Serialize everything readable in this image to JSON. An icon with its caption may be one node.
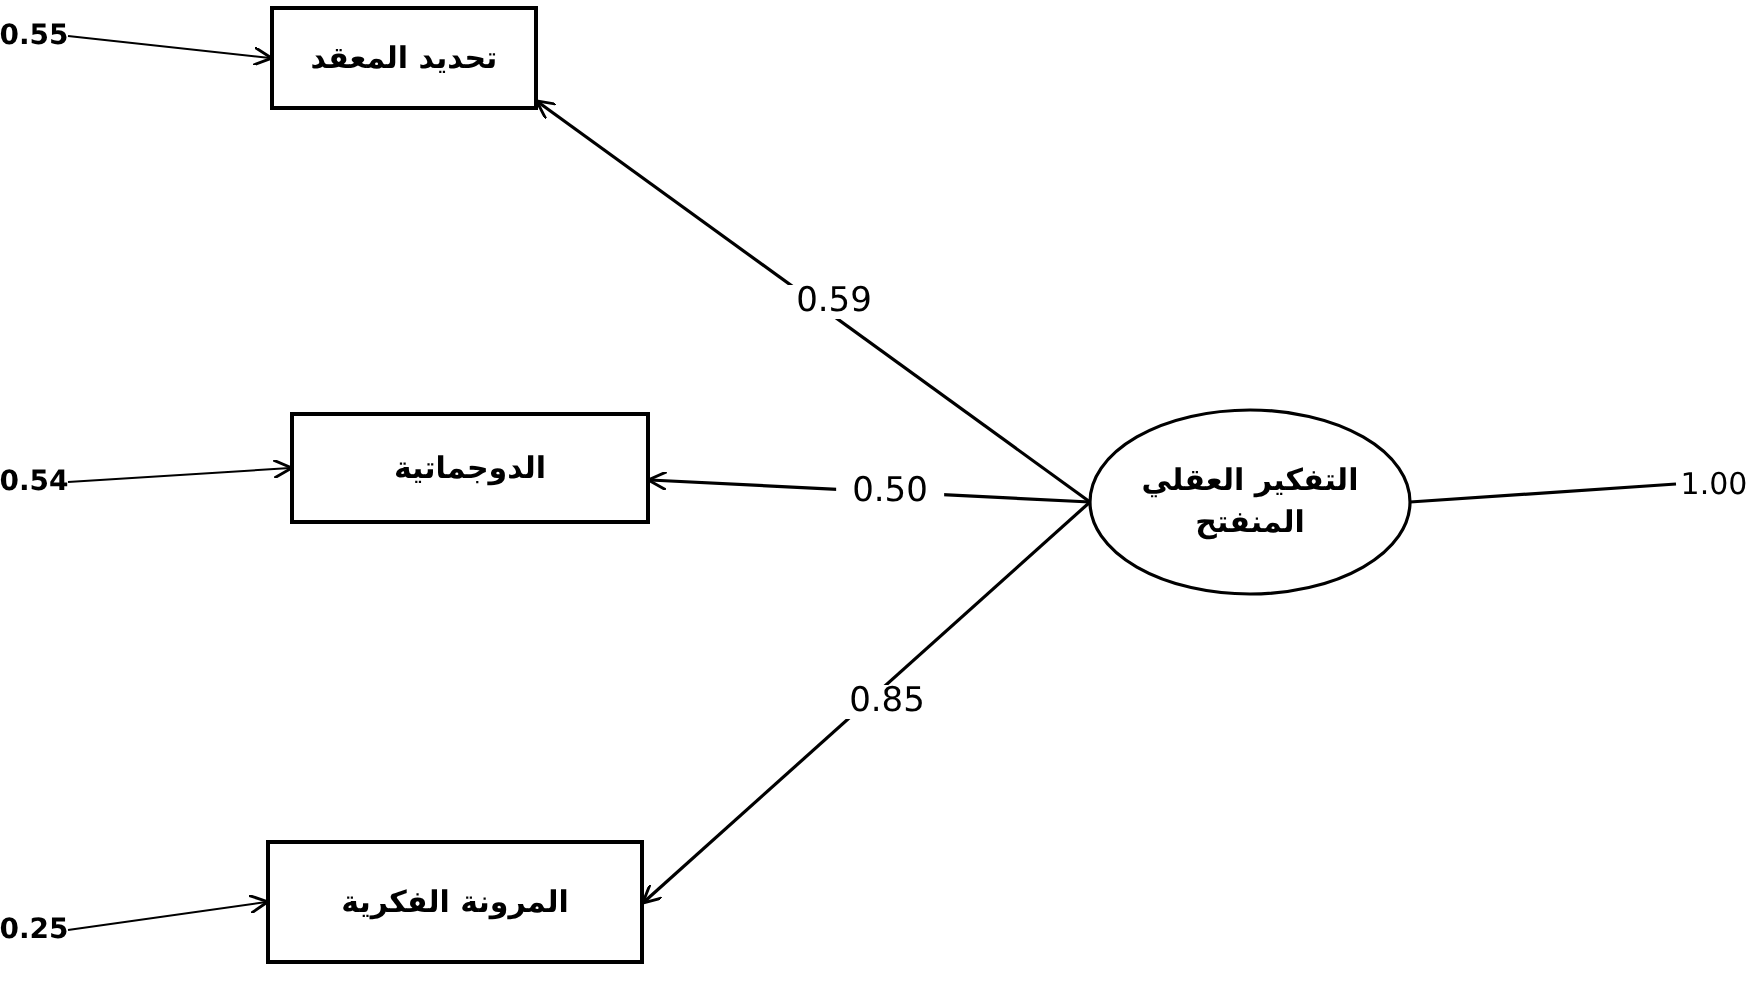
{
  "diagram": {
    "nodes": [
      {
        "text": [
          "0.55"
        ]
      },
      {
        "text": [
          "تحديد المعقد"
        ]
      },
      {
        "text": [
          "0.54"
        ]
      },
      {
        "text": [
          "الدوجماتية"
        ]
      },
      {
        "text": [
          "التفكير العقلي المنفتح"
        ]
      },
      {
        "text": [
          "1.00"
        ]
      },
      {
        "text": [
          "0.25"
        ]
      },
      {
        "text": [
          "المرونة الفكرية"
        ]
      }
    ],
    "edges": [
      {
        "from": 0,
        "to": 1,
        "arrow": "to"
      },
      {
        "from": 2,
        "to": 3,
        "arrow": "to"
      },
      {
        "from": 6,
        "to": 7,
        "arrow": "to"
      },
      {
        "from": 4,
        "to": 1,
        "arrow": "to",
        "label": "0.59"
      },
      {
        "from": 4,
        "to": 3,
        "arrow": "to",
        "label": "0.50"
      },
      {
        "from": 4,
        "to": 7,
        "arrow": "to",
        "label": "0.85"
      },
      {
        "from": 4,
        "to": 5,
        "arrow": "none"
      }
    ]
  }
}
